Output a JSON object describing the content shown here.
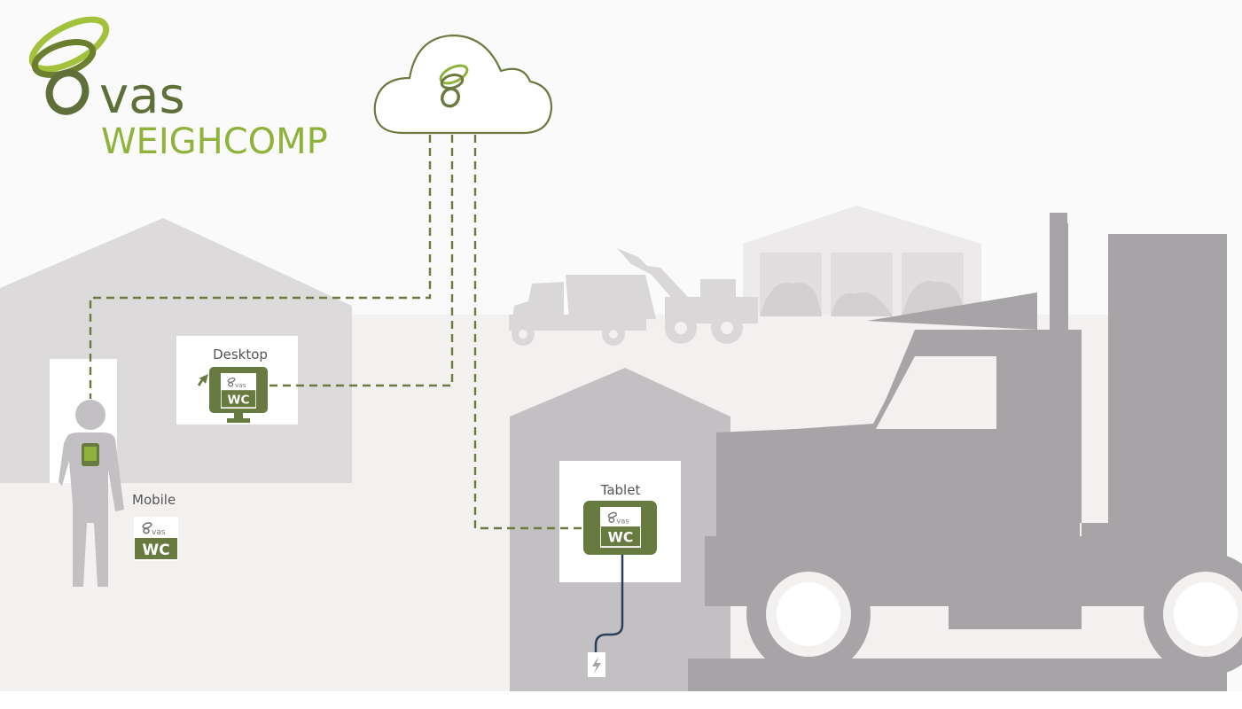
{
  "brand": {
    "name": "vas",
    "product": "WEIGHCOMP"
  },
  "devices": {
    "desktop": {
      "label": "Desktop"
    },
    "mobile": {
      "label": "Mobile"
    },
    "tablet": {
      "label": "Tablet"
    }
  },
  "badge": {
    "small_text": "vas",
    "main_text": "WC"
  },
  "colors": {
    "brand_dark": "#5f6f3a",
    "brand_light": "#8fb33a",
    "device_green": "#677a3f",
    "line_dash": "#6b7a3e",
    "cable": "#2b3f5a",
    "building_light": "#dcdadb",
    "building_mid": "#c2c0c2",
    "truck": "#a6a4a6",
    "background": "#f4f2f1"
  }
}
